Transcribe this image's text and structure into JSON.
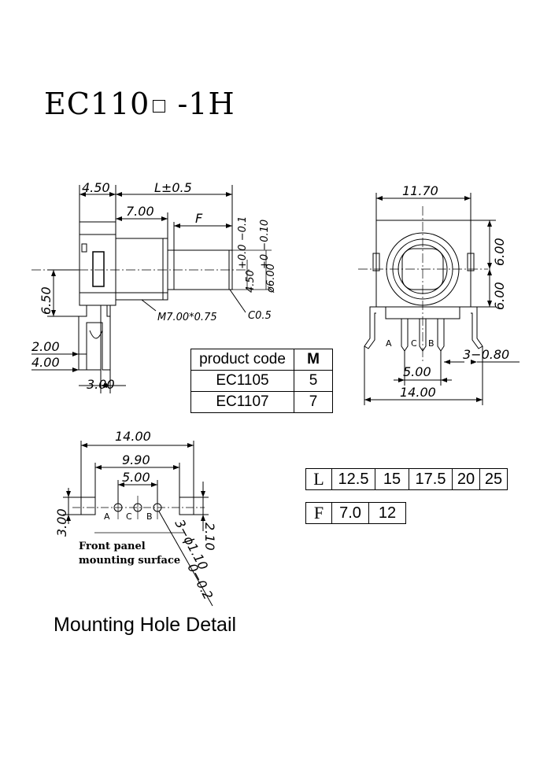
{
  "title": {
    "prefix": "EC110",
    "suffix": "-1H"
  },
  "side_view": {
    "dims": {
      "d450": "4.50",
      "lpm": "L±0.5",
      "d700": "7.00",
      "f": "F",
      "d650": "6.50",
      "d200": "2.00",
      "d400": "4.00",
      "d300": "3.00",
      "thread": "M7.00*0.75",
      "chamfer": "C0.5",
      "shaft_flat": "4.50",
      "shaft_flat_tol": "+0.0 −0.1",
      "shaft_dia": "ø6.00",
      "shaft_dia_tol": "+0 −0.10"
    }
  },
  "front_view": {
    "dims": {
      "d1170": "11.70",
      "d600a": "6.00",
      "d600b": "6.00",
      "d500": "5.00",
      "d1400": "14.00",
      "pins": "3−0.80"
    },
    "pin_labels": [
      "A",
      "C",
      "B"
    ]
  },
  "product_table": {
    "headers": [
      "product code",
      "M"
    ],
    "rows": [
      [
        "EC1105",
        "5"
      ],
      [
        "EC1107",
        "7"
      ]
    ]
  },
  "l_table": {
    "label": "L",
    "values": [
      "12.5",
      "15",
      "17.5",
      "20",
      "25"
    ]
  },
  "f_table": {
    "label": "F",
    "values": [
      "7.0",
      "12"
    ]
  },
  "mounting": {
    "dims": {
      "d1400": "14.00",
      "d990": "9.90",
      "d500": "5.00",
      "d300": "3.00",
      "holes": "3−ϕ1.10",
      "holes_tol": "0−0.2",
      "d210": "2.10"
    },
    "pin_labels": [
      "A",
      "C",
      "B"
    ],
    "note_line1": "Front panel",
    "note_line2": "mounting surface",
    "heading": "Mounting Hole Detail"
  }
}
